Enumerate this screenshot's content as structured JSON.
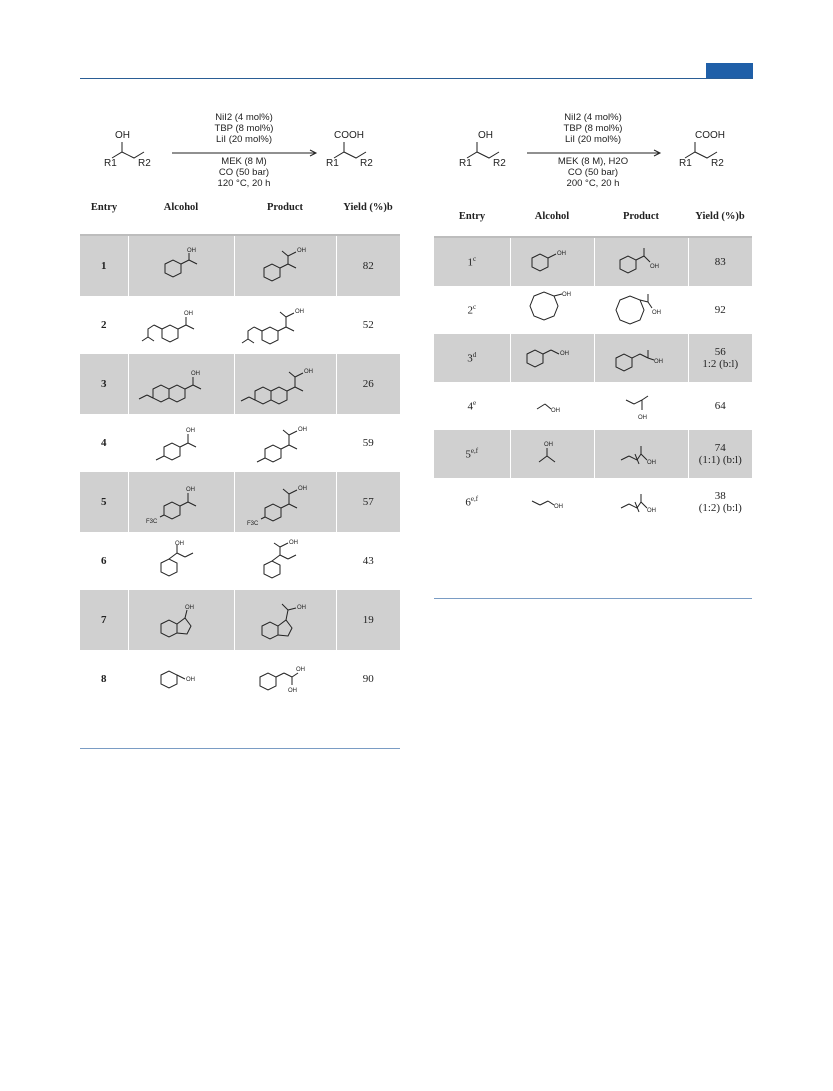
{
  "left_scheme": {
    "reactant_oh": "OH",
    "reactant_r": "R1",
    "reactant_r2": "R2",
    "conditions_above": [
      "NiI2 (4 mol%)",
      "TBP (8 mol%)",
      "LiI (20 mol%)"
    ],
    "conditions_below": [
      "MEK (8 M)",
      "CO (50 bar)",
      "120 °C, 20 h"
    ],
    "product_cooh": "COOH"
  },
  "right_scheme": {
    "reactant_oh": "OH",
    "conditions_above": [
      "NiI2 (4 mol%)",
      "TBP (8 mol%)",
      "LiI (20 mol%)"
    ],
    "conditions_below": [
      "MEK (8 M), H2O",
      "CO (50 bar)",
      "200 °C, 20 h"
    ],
    "product_cooh": "COOH"
  },
  "left_table": {
    "headers": [
      "Entry",
      "Alcohol",
      "Product",
      "Yield (%)b"
    ],
    "rows": [
      {
        "entry": "1",
        "yield": "82"
      },
      {
        "entry": "2",
        "yield": "52"
      },
      {
        "entry": "3",
        "yield": "26"
      },
      {
        "entry": "4",
        "yield": "59"
      },
      {
        "entry": "5",
        "yield": "57"
      },
      {
        "entry": "6",
        "yield": "43"
      },
      {
        "entry": "7",
        "yield": "19"
      },
      {
        "entry": "8",
        "yield": "90"
      }
    ]
  },
  "right_table": {
    "headers": [
      "Entry",
      "Alcohol",
      "Product",
      "Yield (%)b"
    ],
    "rows": [
      {
        "entry": "1",
        "sup": "c",
        "yield": "83"
      },
      {
        "entry": "2",
        "sup": "c",
        "yield": "92"
      },
      {
        "entry": "3",
        "sup": "d",
        "yield": "56",
        "yield2": "1:2 (b:l)"
      },
      {
        "entry": "4",
        "sup": "e",
        "yield": "64"
      },
      {
        "entry": "5",
        "sup": "e,f",
        "yield": "74",
        "yield2": "(1:1) (b:l)"
      },
      {
        "entry": "6",
        "sup": "e,f",
        "yield": "38",
        "yield2": "(1:2) (b:l)"
      }
    ]
  },
  "labels": {
    "oh": "OH",
    "f3c": "F3C"
  }
}
